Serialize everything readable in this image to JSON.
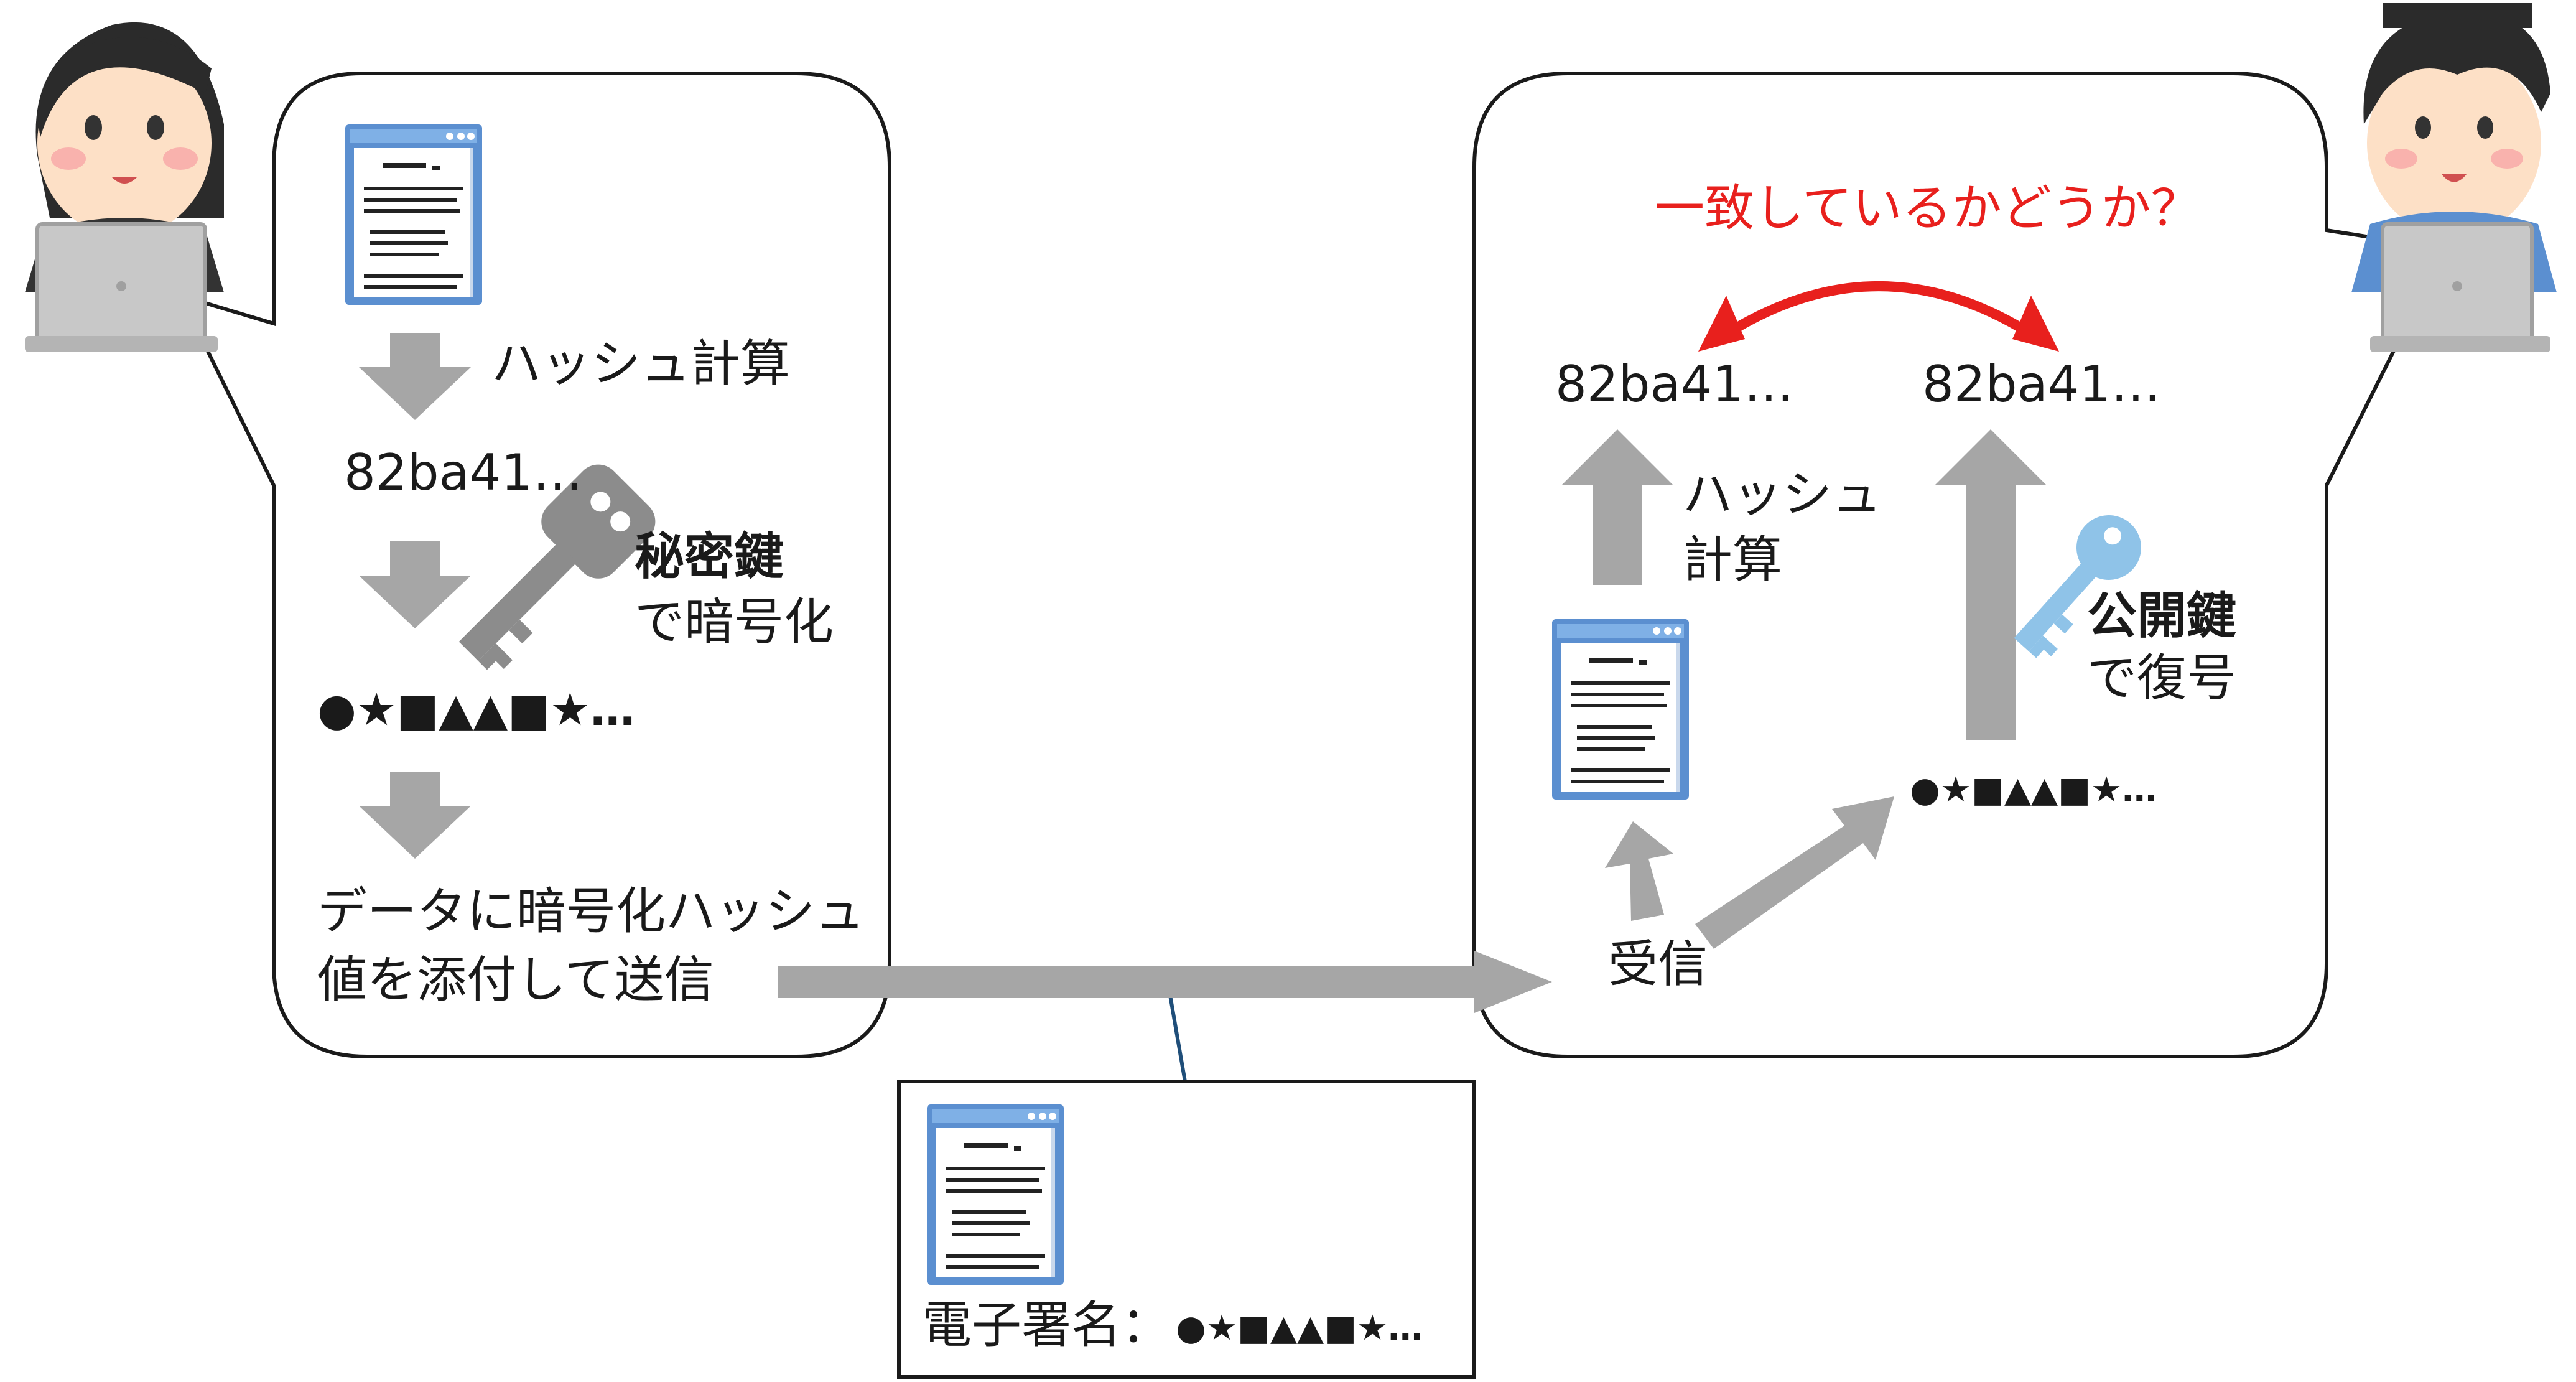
{
  "sender": {
    "steps": [
      "ハッシュ計算",
      "82ba41…",
      "秘密鍵",
      "で暗号化",
      "●★■▲▲■★…",
      "データに暗号化ハッシュ",
      "値を添付して送信"
    ]
  },
  "receiver": {
    "question": "一致しているかどうか？",
    "hash_left": "82ba41…",
    "hash_right": "82ba41…",
    "hash_calc": [
      "ハッシュ",
      "計算"
    ],
    "public_key": "公開鍵",
    "decrypt": "で復号",
    "encrypted": "●★■▲▲■★…",
    "received": "受信"
  },
  "package": {
    "signature_label": "電子署名：",
    "signature_value": "●★■▲▲■★…"
  },
  "colors": {
    "arrow_gray": "#a6a6a6",
    "highlight_red": "#e8201d",
    "outline": "#1a1a1a",
    "connector": "#1f4e79",
    "doc_frame": "#5b8fd0",
    "key_gray": "#8c8c8c",
    "key_blue": "#8fc3e8"
  },
  "icons": [
    "woman-with-laptop-icon",
    "man-with-laptop-icon",
    "document-icon",
    "gray-key-icon",
    "blue-key-icon"
  ]
}
